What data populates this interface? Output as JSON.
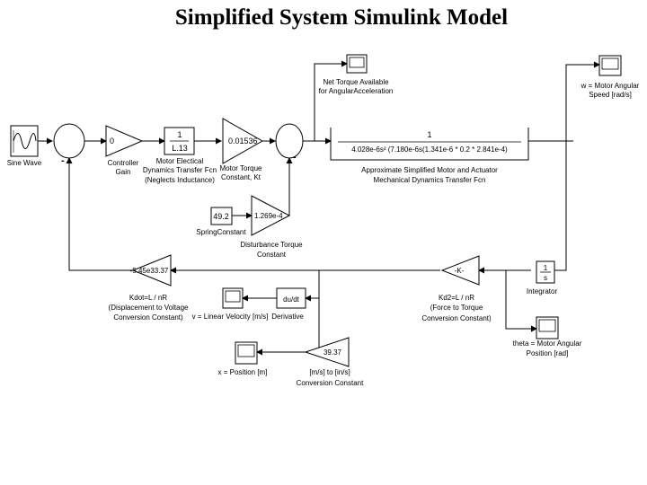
{
  "title": "Simplified System Simulink Model",
  "blocks": {
    "sine": {
      "label": "Sine Wave"
    },
    "controller_gain": {
      "value": "0",
      "label_1": "Controller",
      "label_2": "Gain"
    },
    "motor_tf": {
      "num": "1",
      "den": "L.13",
      "label_1": "Motor Electical",
      "label_2": "Dynamics Transfer Fcn",
      "label_3": "(Neglects Inductance)"
    },
    "motor_torque": {
      "value": "0.01536",
      "label_1": "Motor Torque",
      "label_2": "Constant, Kt"
    },
    "net_torque_scope": {
      "label_1": "Net Torque Available",
      "label_2": "for AngularAcceleration"
    },
    "omega_scope": {
      "label_1": "w = Motor Angular",
      "label_2": "Speed [rad/s]"
    },
    "mech_tf": {
      "num": "1",
      "den": "4.028e-6s² (7.180e-6s(1.341e-6 * 0.2 * 2.841e-4)",
      "label_1": "Approximate Simplified Motor and Actuator",
      "label_2": "Mechanical Dynamics Transfer Fcn"
    },
    "spring": {
      "value": "49.2",
      "label": "SpringConstant"
    },
    "disturbance": {
      "value": "1.269e-4",
      "label_1": "Disturbance Torque",
      "label_2": "Constant"
    },
    "kdot": {
      "value": "-5.45e33.37",
      "label_1": "Kdot=L / nR",
      "label_2": "(Displacement to Voltage",
      "label_3": "Conversion Constant)"
    },
    "kp": {
      "value": "-K-",
      "label_1": "Kd2=L / nR",
      "label_2": "(Force to Torque",
      "label_3": "Conversion Constant)"
    },
    "integrator": {
      "num": "1",
      "den": "s",
      "label": "Integrator"
    },
    "theta_scope": {
      "label_1": "theta = Motor Angular",
      "label_2": "Position [rad]"
    },
    "vel_scope": {
      "label": "v = Linear Velocity [m/s]"
    },
    "derivative": {
      "value": "du/dt",
      "label": "Derivative"
    },
    "pos_scope": {
      "label": "x = Position [m]"
    },
    "conv": {
      "value": "39.37",
      "label_1": "[m/s] to [in/s]",
      "label_2": "Conversion Constant"
    }
  },
  "signs": {
    "sum1_bottom": "-",
    "sum2_bottom": "-"
  }
}
